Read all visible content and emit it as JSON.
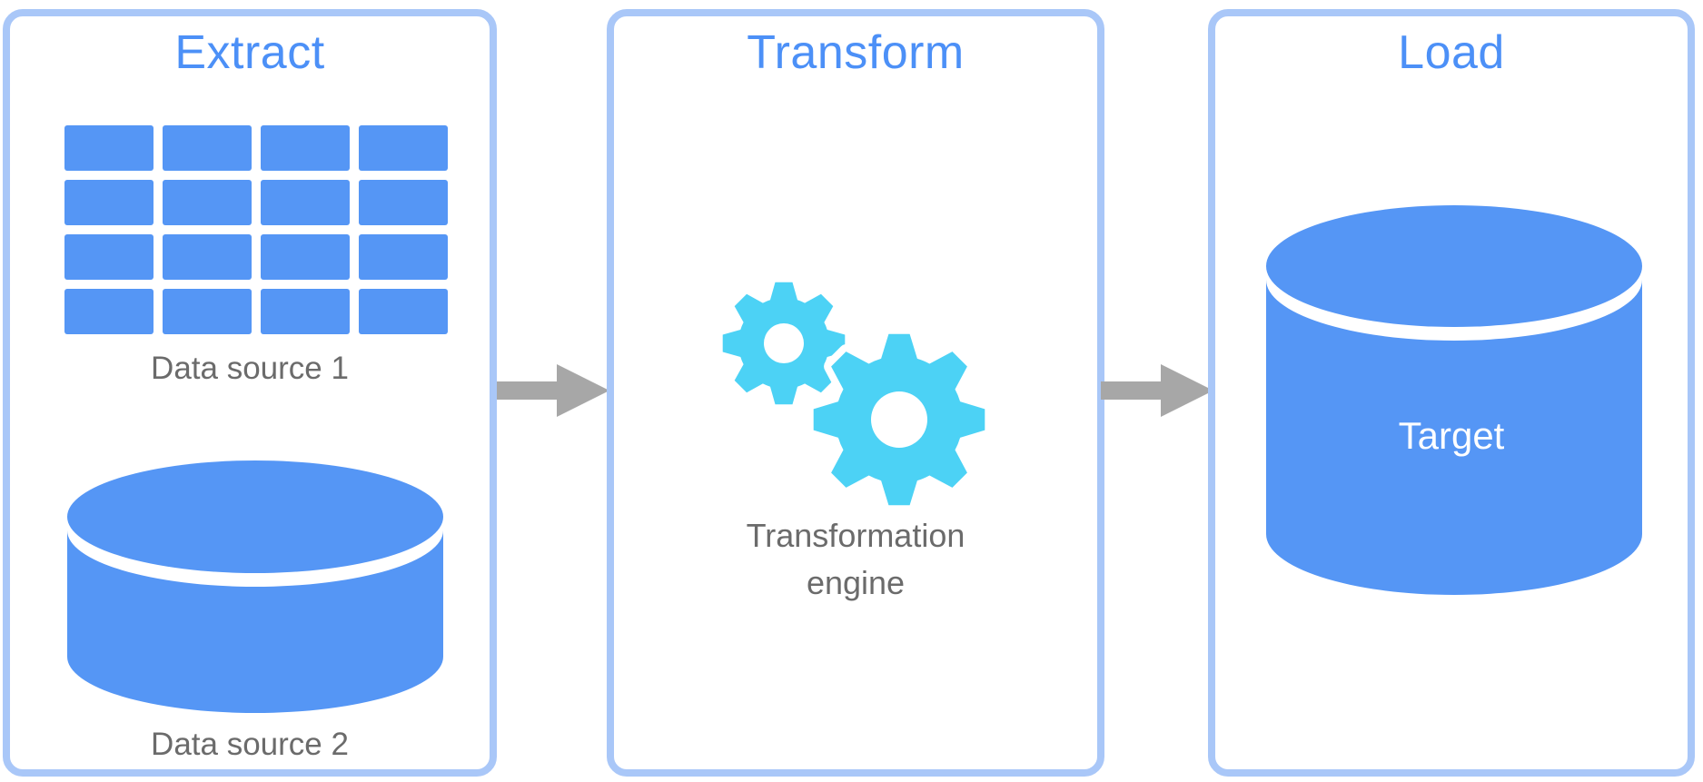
{
  "diagram": {
    "type": "etl-flow",
    "stages": [
      {
        "id": "extract",
        "title": "Extract",
        "items": [
          {
            "icon": "table-icon",
            "label": "Data source 1"
          },
          {
            "icon": "database-icon",
            "label": "Data source 2"
          }
        ]
      },
      {
        "id": "transform",
        "title": "Transform",
        "items": [
          {
            "icon": "gears-icon",
            "label": "Transformation engine",
            "label_lines": [
              "Transformation",
              "engine"
            ]
          }
        ]
      },
      {
        "id": "load",
        "title": "Load",
        "items": [
          {
            "icon": "database-icon",
            "label": "Target"
          }
        ]
      }
    ],
    "arrows": [
      {
        "from": "Extract",
        "to": "Transform",
        "icon": "arrow-right-icon"
      },
      {
        "from": "Transform",
        "to": "Load",
        "icon": "arrow-right-icon"
      }
    ],
    "colors": {
      "background": "#FFFFFF",
      "shape_blue": "#5596F5",
      "gear_cyan": "#4CD2F5",
      "panel_border": "#A9C7F8",
      "title_blue": "#4C90F7",
      "label_gray": "#6B6B6B",
      "arrow_gray": "#A7A7A7",
      "target_white": "#FFFFFF"
    }
  }
}
